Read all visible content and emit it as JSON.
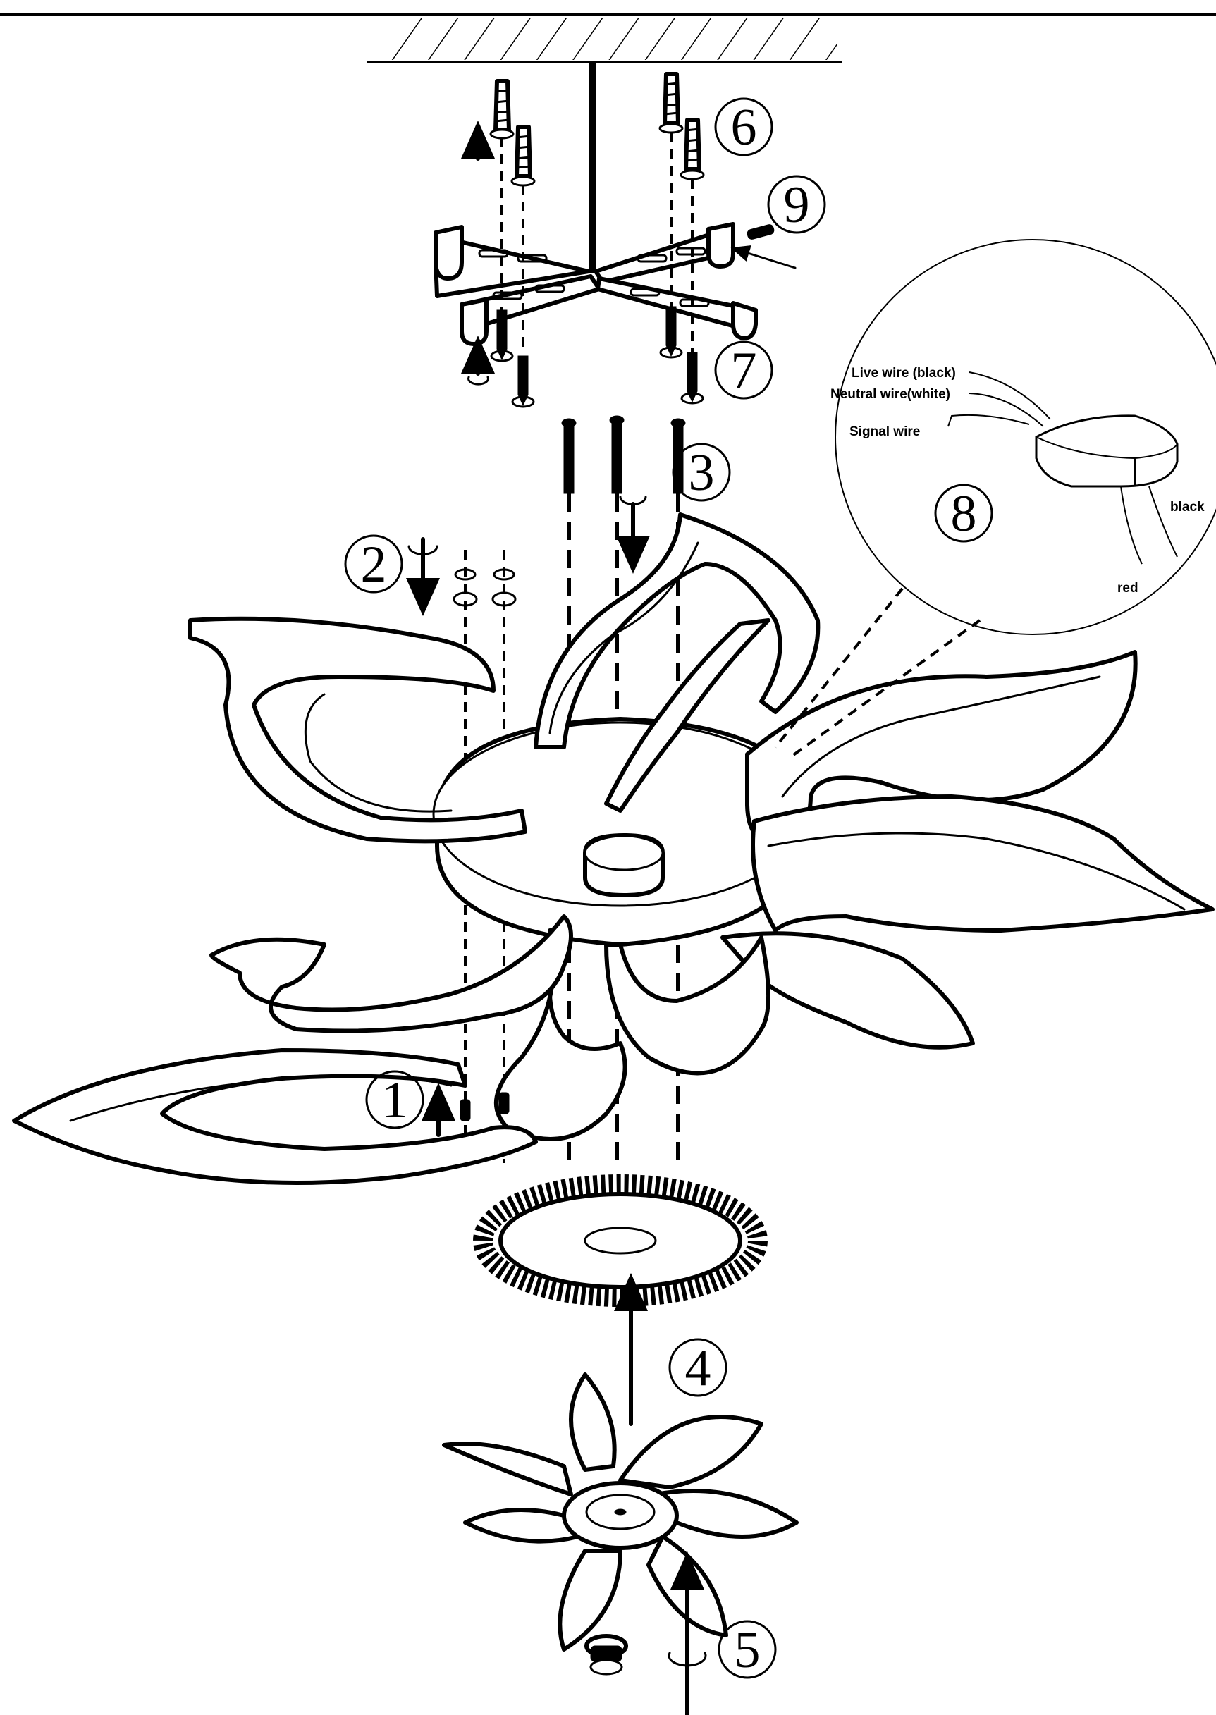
{
  "step_labels": {
    "s1": "1",
    "s2": "2",
    "s3": "3",
    "s4": "4",
    "s5": "5",
    "s6": "6",
    "s7": "7",
    "s8": "8",
    "s9": "9"
  },
  "wiring_detail": {
    "live_wire": "Live wire (black)",
    "neutral_wire": "Neutral wire(white)",
    "signal_wire": "Signal wire",
    "black": "black",
    "red": "red"
  }
}
